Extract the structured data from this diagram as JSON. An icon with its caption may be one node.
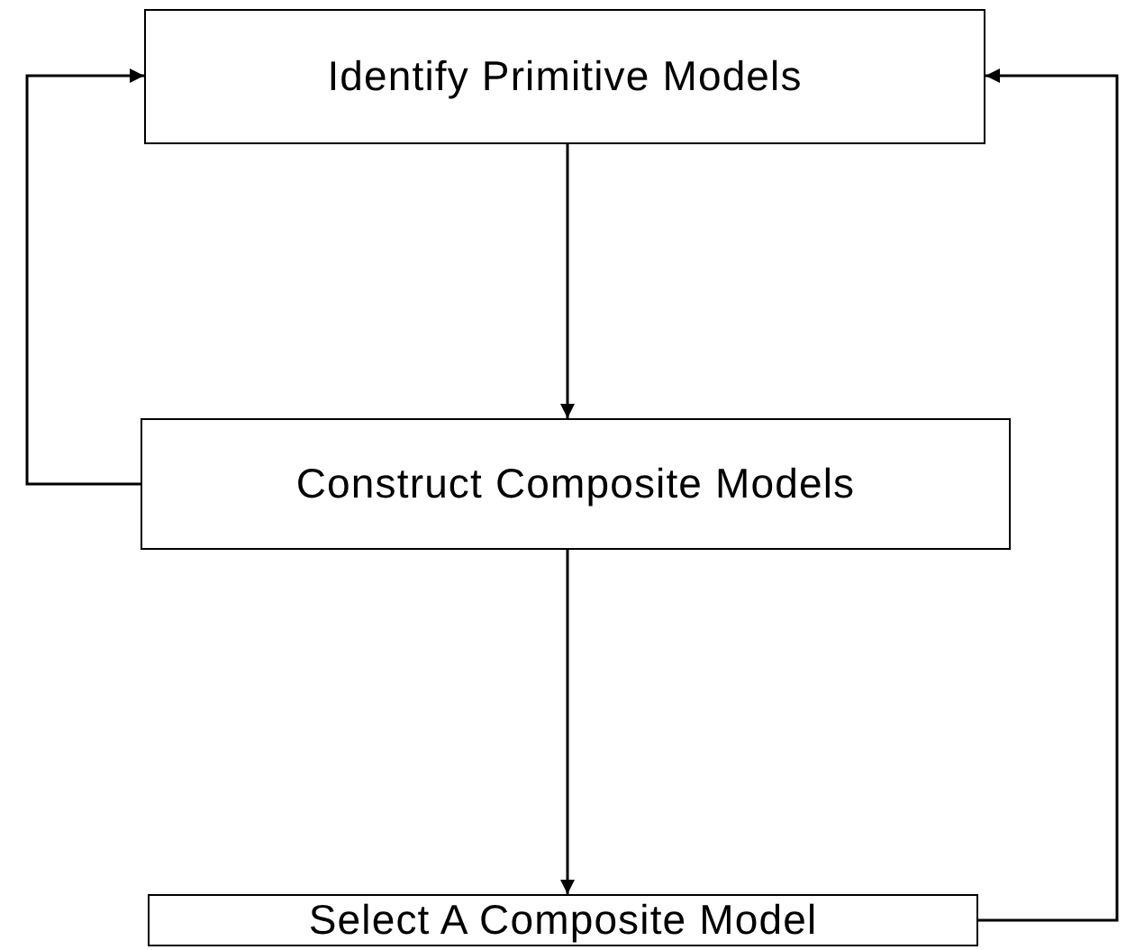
{
  "diagram": {
    "nodes": [
      {
        "text": [
          "Identify Primitive Models"
        ]
      },
      {
        "text": [
          "Construct Composite Models"
        ]
      },
      {
        "text": [
          "Select A Composite Model"
        ]
      }
    ],
    "edges": [
      {
        "from": 0,
        "to": 1,
        "arrow": "to"
      },
      {
        "from": 1,
        "to": 0,
        "arrow": "to"
      },
      {
        "from": 1,
        "to": 2,
        "arrow": "to"
      },
      {
        "from": 2,
        "to": 0,
        "arrow": "to"
      }
    ]
  }
}
